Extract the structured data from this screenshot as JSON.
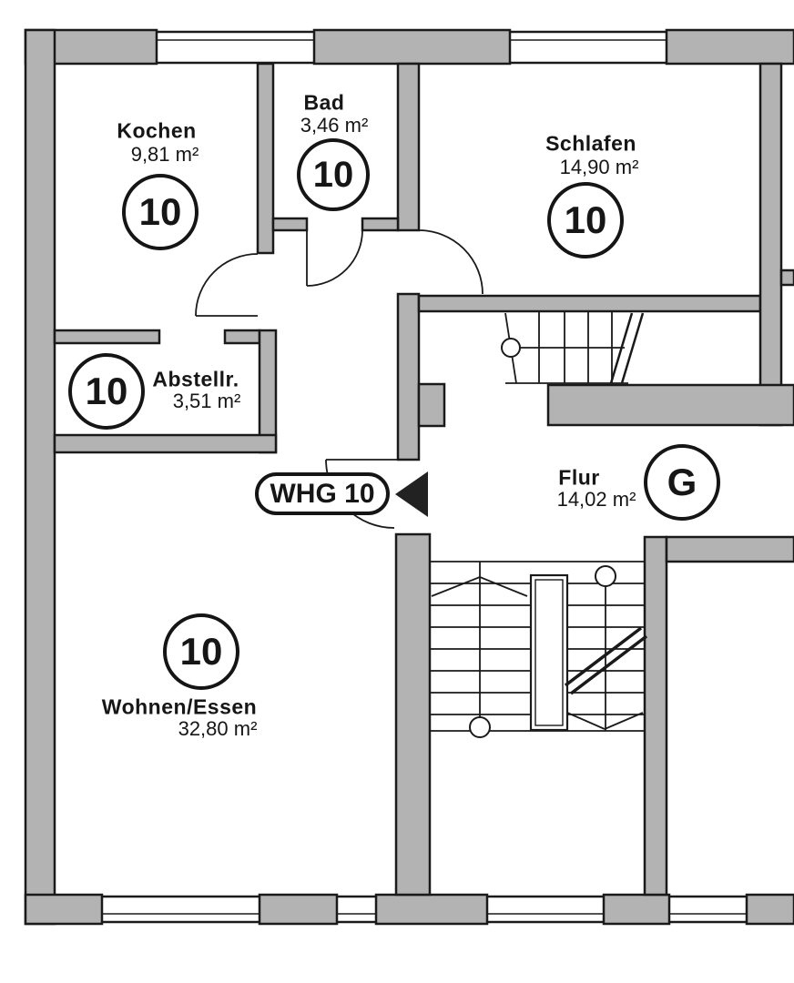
{
  "plan": {
    "unit_pill_label": "WHG 10",
    "rooms": [
      {
        "name": "Kochen",
        "area": "9,81 m²",
        "badge": "10"
      },
      {
        "name": "Bad",
        "area": "3,46 m²",
        "badge": "10"
      },
      {
        "name": "Schlafen",
        "area": "14,90 m²",
        "badge": "10"
      },
      {
        "name": "Abstellr.",
        "area": "3,51 m²",
        "badge": "10"
      },
      {
        "name": "Flur",
        "area": "14,02 m²",
        "badge": "G"
      },
      {
        "name": "Wohnen/Essen",
        "area": "32,80 m²",
        "badge": "10"
      }
    ],
    "colors": {
      "wall_fill": "#b3b3b3",
      "line": "#1a1a1a"
    }
  }
}
